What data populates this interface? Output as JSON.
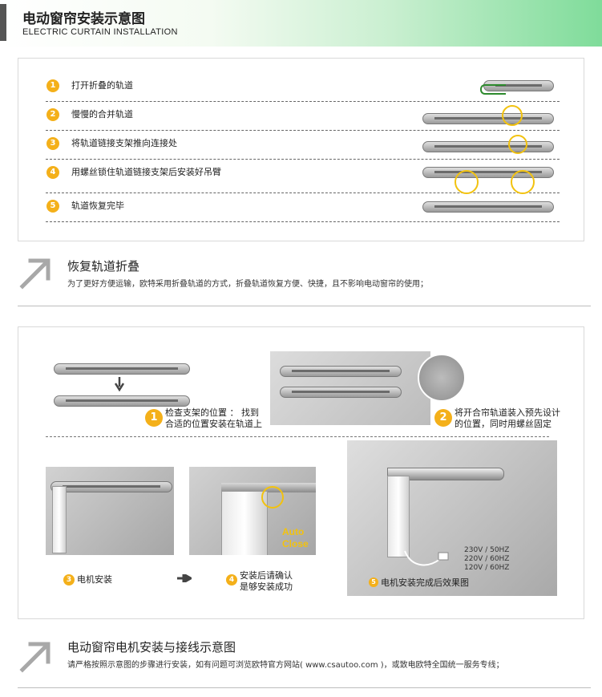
{
  "header": {
    "title": "电动窗帘安装示意图",
    "subtitle": "ELECTRIC CURTAIN INSTALLATION"
  },
  "steps": [
    {
      "num": "1",
      "label": "打开折叠的轨道"
    },
    {
      "num": "2",
      "label": "慢慢的合并轨道"
    },
    {
      "num": "3",
      "label": "将轨道链接支架推向连接处"
    },
    {
      "num": "4",
      "label": "用螺丝锁住轨道链接支架后安装好吊臂"
    },
    {
      "num": "5",
      "label": "轨道恢复完毕"
    }
  ],
  "section1": {
    "title": "恢复轨道折叠",
    "desc": "为了更好方便运输，欧特采用折叠轨道的方式，折叠轨道恢复方便、快捷，且不影响电动窗帘的使用；"
  },
  "install": {
    "step1": {
      "num": "1",
      "line1": "检查支架的位置 ： 找到",
      "line2": "合适的位置安装在轨道上"
    },
    "step2": {
      "num": "2",
      "line1": "将开合帘轨道装入预先设计",
      "line2": "的位置，同时用螺丝固定"
    },
    "step3": {
      "num": "3",
      "label": "电机安装"
    },
    "step4": {
      "num": "4",
      "line1": "安装后请确认",
      "line2": "是够安装成功"
    },
    "step5": {
      "num": "5",
      "label": "电机安装完成后效果图"
    },
    "auto_close": [
      "Auto",
      "Close"
    ],
    "voltages": [
      "230V / 50HZ",
      "220V / 60HZ",
      "120V / 60HZ"
    ]
  },
  "section2": {
    "title": "电动窗帘电机安装与接线示意图",
    "desc": "请严格按照示意图的步骤进行安装，如有问题可浏览欧特官方网站( www.csautoo.com )，或致电欧特全国统一服务专线；"
  },
  "colors": {
    "accent": "#f4b01a",
    "header_green": "#7fdc9a",
    "highlight_circle": "#f2c20f",
    "auto_close": "#f2c20f"
  },
  "icons": [
    "diagonal-arrow-icon",
    "down-arrow-icon",
    "right-arrow-icon"
  ]
}
